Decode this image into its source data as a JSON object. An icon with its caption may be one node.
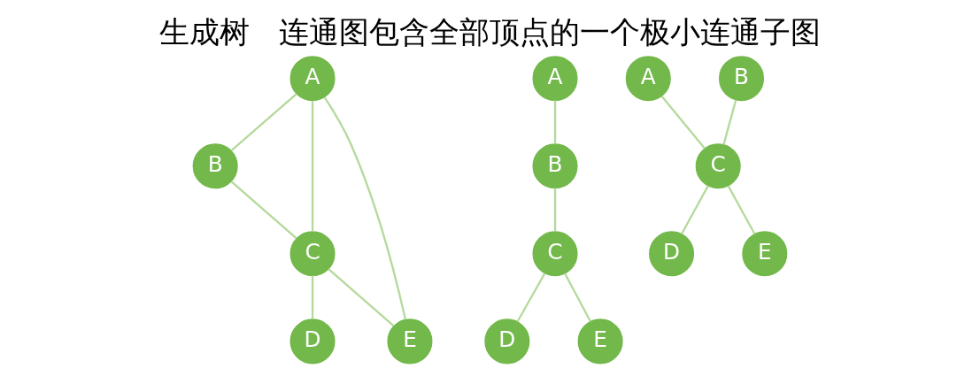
{
  "diagram": {
    "title": "生成树",
    "caption": "连通图包含全部顶点的一个极小连通子图",
    "nodes": [
      {
        "text": [
          "A"
        ]
      },
      {
        "text": [
          "B"
        ]
      },
      {
        "text": [
          "C"
        ]
      },
      {
        "text": [
          "D"
        ]
      },
      {
        "text": [
          "E"
        ]
      },
      {
        "text": [
          "A"
        ]
      },
      {
        "text": [
          "B"
        ]
      },
      {
        "text": [
          "C"
        ]
      },
      {
        "text": [
          "D"
        ]
      },
      {
        "text": [
          "E"
        ]
      },
      {
        "text": [
          "A"
        ]
      },
      {
        "text": [
          "B"
        ]
      },
      {
        "text": [
          "C"
        ]
      },
      {
        "text": [
          "D"
        ]
      },
      {
        "text": [
          "E"
        ]
      }
    ],
    "edges": [
      {
        "from": 0,
        "to": 1,
        "arrow": "none"
      },
      {
        "from": 0,
        "to": 2,
        "arrow": "none"
      },
      {
        "from": 0,
        "to": 4,
        "arrow": "none"
      },
      {
        "from": 1,
        "to": 2,
        "arrow": "none"
      },
      {
        "from": 2,
        "to": 3,
        "arrow": "none"
      },
      {
        "from": 2,
        "to": 4,
        "arrow": "none"
      },
      {
        "from": 5,
        "to": 6,
        "arrow": "none"
      },
      {
        "from": 6,
        "to": 7,
        "arrow": "none"
      },
      {
        "from": 7,
        "to": 8,
        "arrow": "none"
      },
      {
        "from": 7,
        "to": 9,
        "arrow": "none"
      },
      {
        "from": 10,
        "to": 12,
        "arrow": "none"
      },
      {
        "from": 11,
        "to": 12,
        "arrow": "none"
      },
      {
        "from": 12,
        "to": 13,
        "arrow": "none"
      },
      {
        "from": 12,
        "to": 14,
        "arrow": "none"
      }
    ]
  }
}
